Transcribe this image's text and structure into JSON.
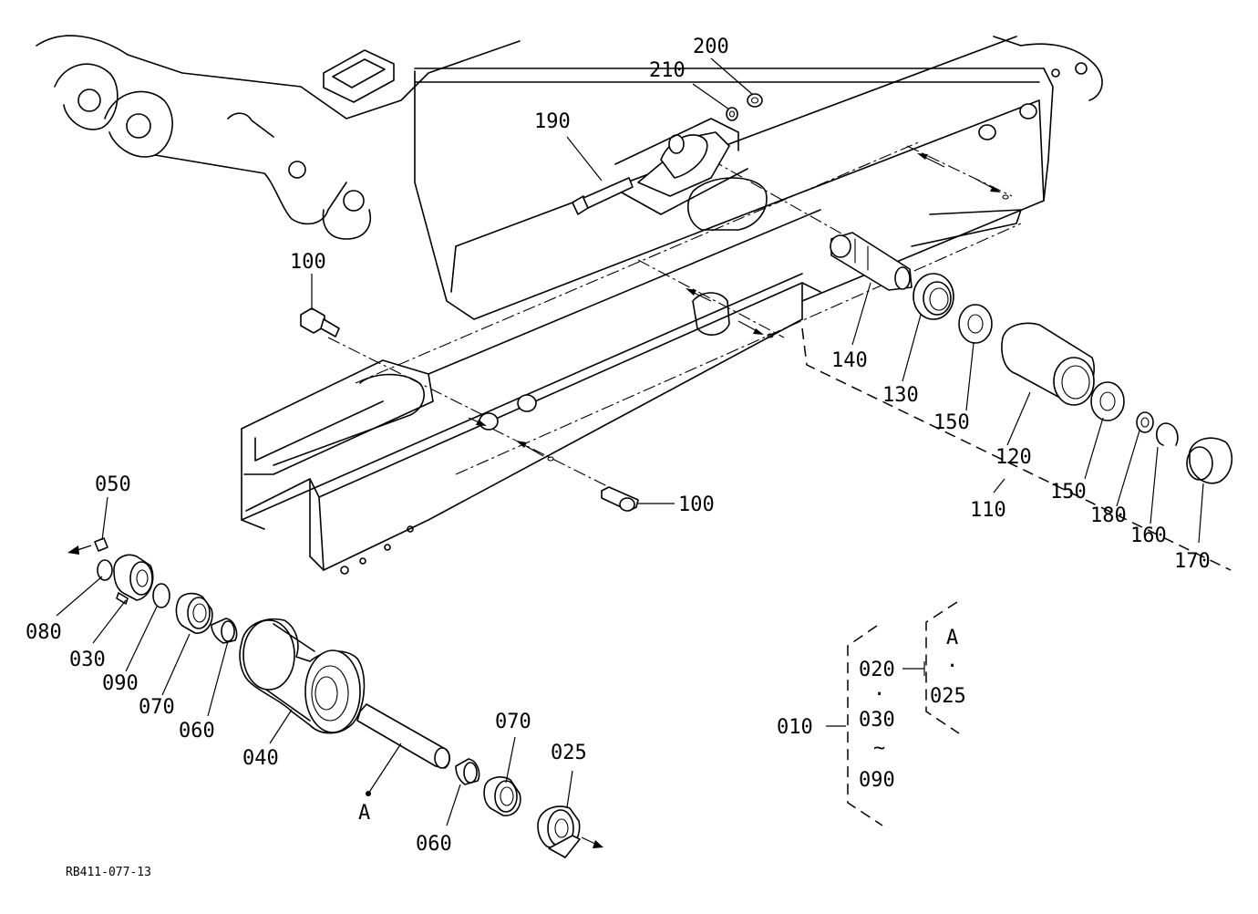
{
  "drawing_code": "RB411-077-13",
  "callouts": {
    "p200": "200",
    "p210": "210",
    "p190": "190",
    "p100a": "100",
    "p100b": "100",
    "p140": "140",
    "p130": "130",
    "p150a": "150",
    "p120": "120",
    "p150b": "150",
    "p110": "110",
    "p180": "180",
    "p160": "160",
    "p170": "170",
    "p050": "050",
    "p080": "080",
    "p030": "030",
    "p090": "090",
    "p070a": "070",
    "p060a": "060",
    "p040": "040",
    "refA": "A",
    "p070b": "070",
    "p025": "025",
    "p060b": "060"
  },
  "assembly_key": {
    "parent": "010",
    "line1": "020",
    "dot1": "·",
    "line2": "030",
    "tilde": "~",
    "line3": "090",
    "ref": "A",
    "dot2": "·",
    "ref_part": "025"
  }
}
